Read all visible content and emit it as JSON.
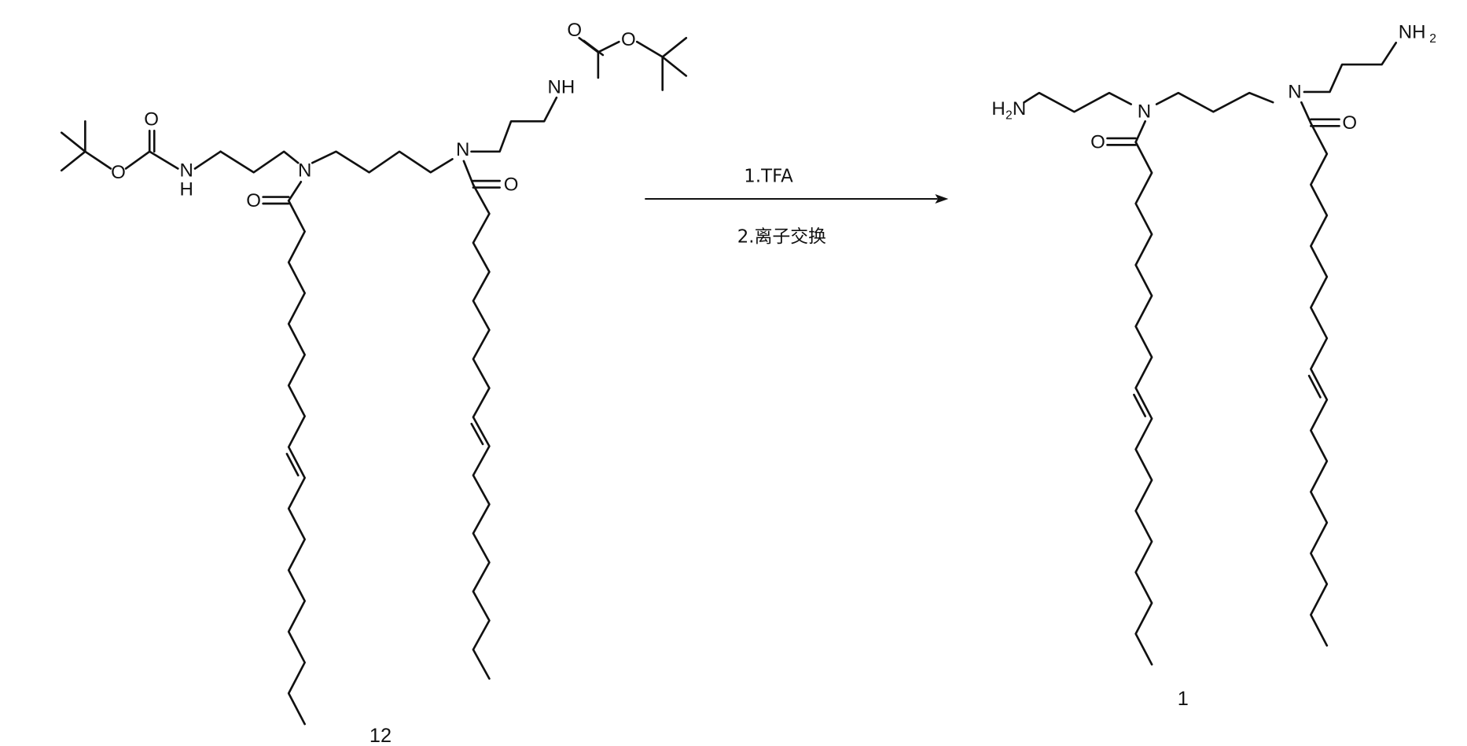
{
  "reaction": {
    "reactant": {
      "label": "12",
      "atoms": {
        "O": "O",
        "NH": "NH",
        "N": "N",
        "H": "H"
      }
    },
    "conditions": {
      "step1": "1.TFA",
      "step2": "2.离子交换"
    },
    "product": {
      "label": "1",
      "atoms": {
        "H2N_H": "H",
        "H2N_2": "2",
        "H2N_N": "N",
        "NH2_NH": "NH",
        "NH2_2": "2",
        "N": "N",
        "O": "O"
      }
    }
  }
}
